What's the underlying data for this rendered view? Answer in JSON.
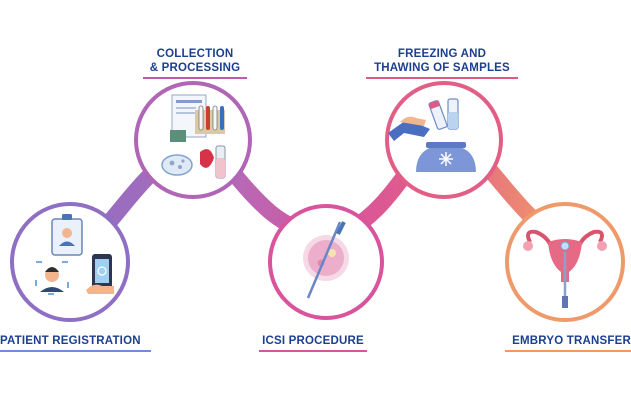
{
  "steps": [
    {
      "id": "patient",
      "title_lines": [
        "PATIENT REGISTRATION"
      ],
      "ring_color": "#8e6fc4",
      "underline_color": "#6b8fd8"
    },
    {
      "id": "collection",
      "title_lines": [
        "COLLECTION",
        "& PROCESSING"
      ],
      "ring_color": "#b065b6",
      "underline_color": "#c35aa7"
    },
    {
      "id": "icsi",
      "title_lines": [
        "ICSI PROCEDURE"
      ],
      "ring_color": "#d8549c",
      "underline_color": "#d8549c"
    },
    {
      "id": "freezing",
      "title_lines": [
        "FREEZING AND",
        "THAWING OF SAMPLES"
      ],
      "ring_color": "#e25e86",
      "underline_color": "#e0577f"
    },
    {
      "id": "embryo",
      "title_lines": [
        "EMBRYO TRANSFER"
      ],
      "ring_color": "#ef9a6b",
      "underline_color": "#ee9a66"
    }
  ],
  "icons": {
    "patient": "id-card-face-scan-phone-fingerprint-icon",
    "collection": "lab-report-test-tubes-petri-dish-icon",
    "icsi": "egg-cell-injection-needle-icon",
    "freezing": "cryo-vial-hand-freezer-tank-icon",
    "embryo": "uterus-embryo-catheter-icon"
  },
  "colors": {
    "title": "#1d3f8f",
    "gradient_start": "#8e6fc4",
    "gradient_end": "#ef9a6b"
  }
}
